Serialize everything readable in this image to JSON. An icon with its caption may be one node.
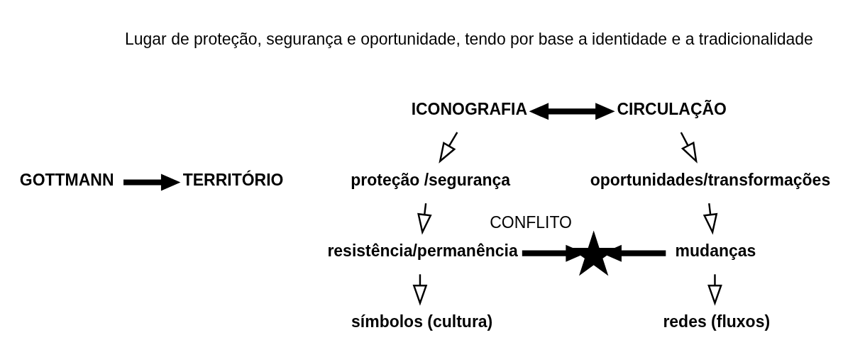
{
  "diagram": {
    "nodes": [
      {
        "text": [
          "GOTTMANN"
        ]
      },
      {
        "text": [
          "TERRITÓRIO"
        ]
      },
      {
        "text": [
          "ICONOGRAFIA"
        ]
      },
      {
        "text": [
          "CIRCULAÇÃO"
        ]
      },
      {
        "text": [
          "proteção /segurança"
        ]
      },
      {
        "text": [
          "oportunidades/transformações"
        ]
      },
      {
        "text": [
          "resistência/permanência"
        ]
      },
      {
        "text": [
          "mudanças"
        ]
      },
      {
        "text": [
          "símbolos (cultura)"
        ]
      },
      {
        "text": [
          "redes (fluxos)"
        ]
      },
      {
        "text": [],
        "shape": "star",
        "beside": [
          "CONFLITO"
        ]
      }
    ],
    "edges": [
      {
        "from": 0,
        "to": 1,
        "arrow": "to",
        "style": "thick"
      },
      {
        "from": 2,
        "to": 3,
        "arrow": "both",
        "style": "thick"
      },
      {
        "from": 2,
        "to": 4,
        "arrow": "to"
      },
      {
        "from": 4,
        "to": 6,
        "arrow": "to"
      },
      {
        "from": 6,
        "to": 8,
        "arrow": "to"
      },
      {
        "from": 3,
        "to": 5,
        "arrow": "to"
      },
      {
        "from": 5,
        "to": 7,
        "arrow": "to"
      },
      {
        "from": 7,
        "to": 9,
        "arrow": "to"
      },
      {
        "from": 6,
        "to": 10,
        "arrow": "to",
        "style": "thick"
      },
      {
        "from": 7,
        "to": 10,
        "arrow": "to",
        "style": "thick"
      }
    ],
    "labels": [
      "Lugar de proteção, segurança e oportunidade, tendo por base a identidade e a tradicionalidade"
    ]
  }
}
